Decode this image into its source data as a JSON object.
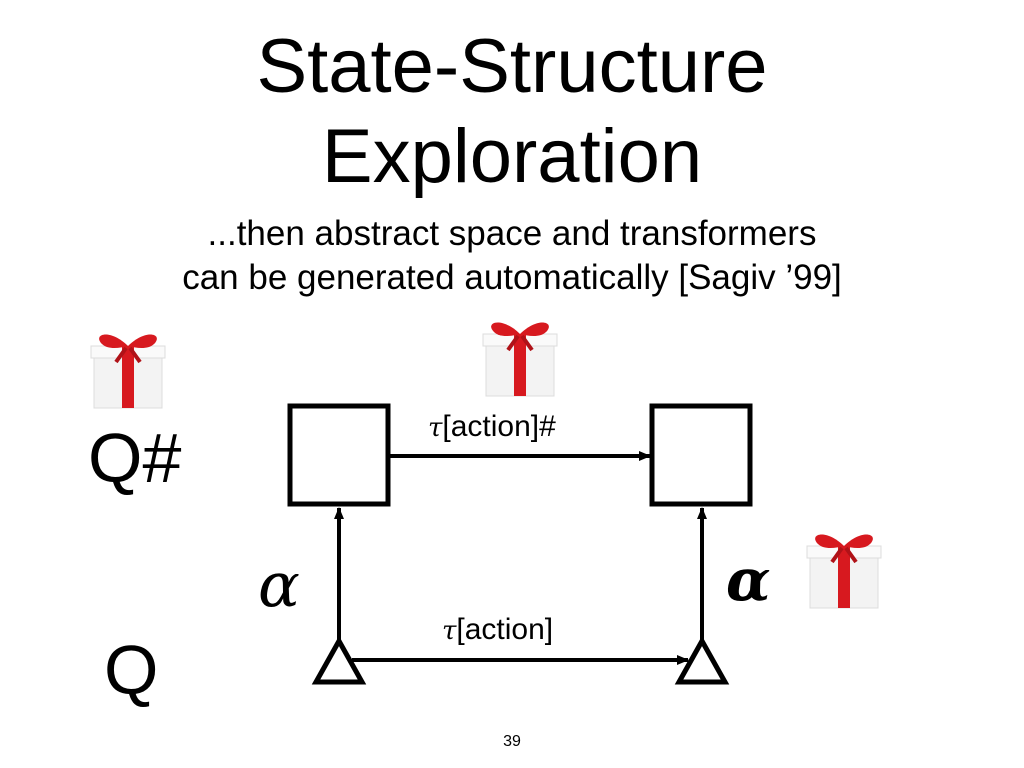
{
  "slide": {
    "title_lines": [
      "State-Structure",
      "Exploration"
    ],
    "subtitle_lines": [
      "...then abstract space and transformers",
      "can be generated automatically [Sagiv ’99]"
    ],
    "page_number": "39"
  },
  "diagram": {
    "concrete_label": "Q",
    "abstract_label": "Q#",
    "alpha_left": "α",
    "alpha_right": "α",
    "tau_symbol": "τ",
    "top_arrow_text": "[action]#",
    "bottom_arrow_text": "[action]"
  },
  "colors": {
    "background": "#ffffff",
    "ink": "#000000",
    "ribbon": "#d7191f",
    "box": "#f3f3f3"
  },
  "icons": [
    "gift-icon",
    "gift-icon",
    "gift-icon"
  ]
}
